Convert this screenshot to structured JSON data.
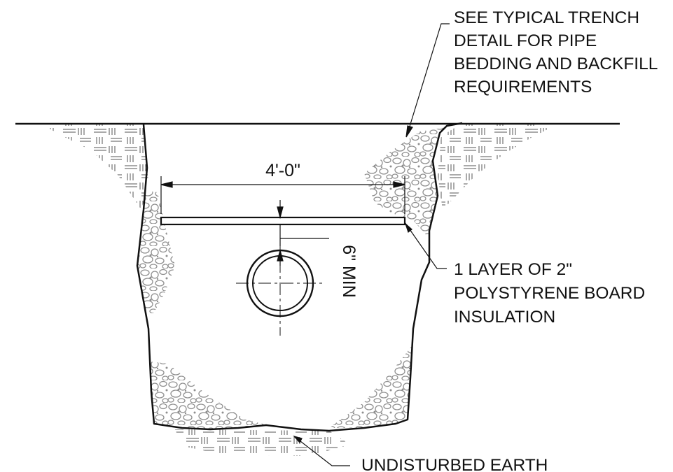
{
  "notes": {
    "trench_detail": [
      "SEE TYPICAL TRENCH",
      "DETAIL FOR PIPE",
      "BEDDING AND BACKFILL",
      "REQUIREMENTS"
    ],
    "insulation": [
      "1 LAYER OF 2\"",
      "POLYSTYRENE BOARD",
      "INSULATION"
    ],
    "earth": "UNDISTURBED EARTH"
  },
  "dimensions": {
    "width": "4'-0\"",
    "cover": "6\" MIN"
  },
  "colors": {
    "line": "#111111",
    "gravel": "#9a9a9a"
  }
}
